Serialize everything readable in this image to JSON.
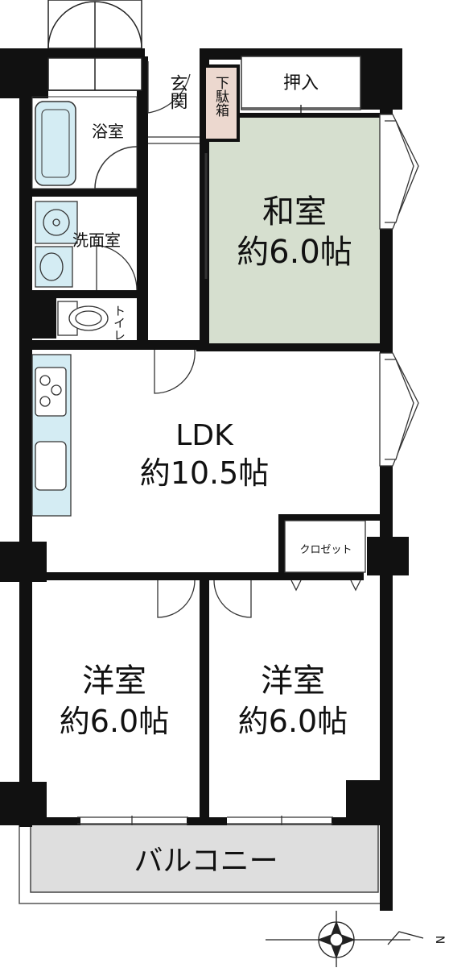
{
  "rooms": {
    "washitsu": {
      "name": "和室",
      "size": "約6.0帖"
    },
    "ldk": {
      "name": "LDK",
      "size": "約10.5帖"
    },
    "youshitsu_left": {
      "name": "洋室",
      "size": "約6.0帖"
    },
    "youshitsu_right": {
      "name": "洋室",
      "size": "約6.0帖"
    },
    "bathroom": {
      "name": "浴室"
    },
    "washroom": {
      "name": "洗面室"
    },
    "toilet": {
      "name": "トイレ"
    },
    "entrance": {
      "name": "玄関"
    },
    "shoe_box": {
      "name": "下駄箱"
    },
    "closet_oshiire": {
      "name": "押入"
    },
    "closet_ldk": {
      "name": "クロゼット"
    },
    "balcony": {
      "name": "バルコニー"
    }
  },
  "compass": {
    "north_label": "N"
  },
  "colors": {
    "wall": "#111111",
    "tatami": "#d6dfcf",
    "wet_area": "#d4ecf3",
    "balcony": "#dedede"
  }
}
